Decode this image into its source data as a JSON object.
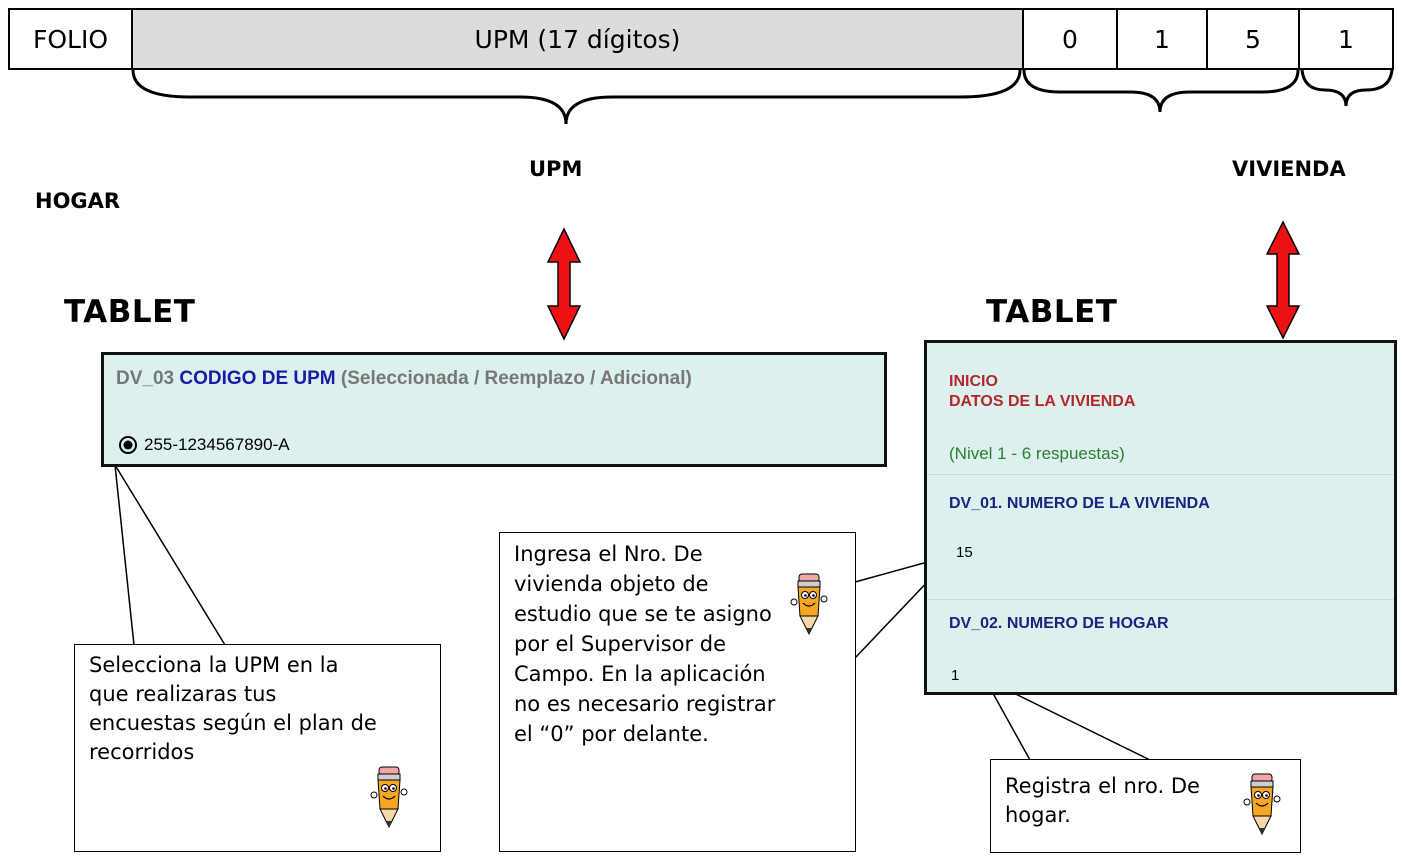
{
  "header": {
    "folio": "FOLIO",
    "upm": "UPM (17 dígitos)",
    "digits": [
      "0",
      "1",
      "5",
      "1"
    ]
  },
  "labels": {
    "upm": "UPM",
    "vivienda": "VIVIENDA",
    "hogar": "HOGAR",
    "tablet_left": "TABLET",
    "tablet_right": "TABLET"
  },
  "panel_upm": {
    "code": "DV_03",
    "title": "CODIGO DE UPM",
    "subtitle": "(Seleccionada / Reemplazo / Adicional)",
    "option": "255-1234567890-A"
  },
  "panel_vivienda": {
    "inicio": "INICIO",
    "section": "DATOS DE LA VIVIENDA",
    "nivel": "(Nivel 1 - 6 respuestas)",
    "q1_code": "DV_01",
    "q1_label": ". NUMERO DE LA VIVIENDA",
    "q1_value": "15",
    "q2_code": "DV_02",
    "q2_label": ". NUMERO DE HOGAR",
    "q2_value": "1"
  },
  "callouts": {
    "upm": "Selecciona la UPM en la que realizaras tus encuestas según el plan de recorridos",
    "vivienda": "Ingresa el Nro. De vivienda objeto de estudio que se te asigno por el Supervisor de Campo. En la aplicación no es necesario registrar el “0” por delante.",
    "hogar": "Registra el nro. De hogar."
  },
  "colors": {
    "panel_bg": "#dcf0ee",
    "blue_title": "#1a1aa8",
    "red_heading": "#b3262e",
    "green_text": "#2e7d32",
    "navy_question": "#1a237e",
    "arrow_red": "#ee1111"
  },
  "icons": [
    "pencil-mascot-icon",
    "radio-selected-icon",
    "double-arrow-icon",
    "curly-brace-icon"
  ]
}
